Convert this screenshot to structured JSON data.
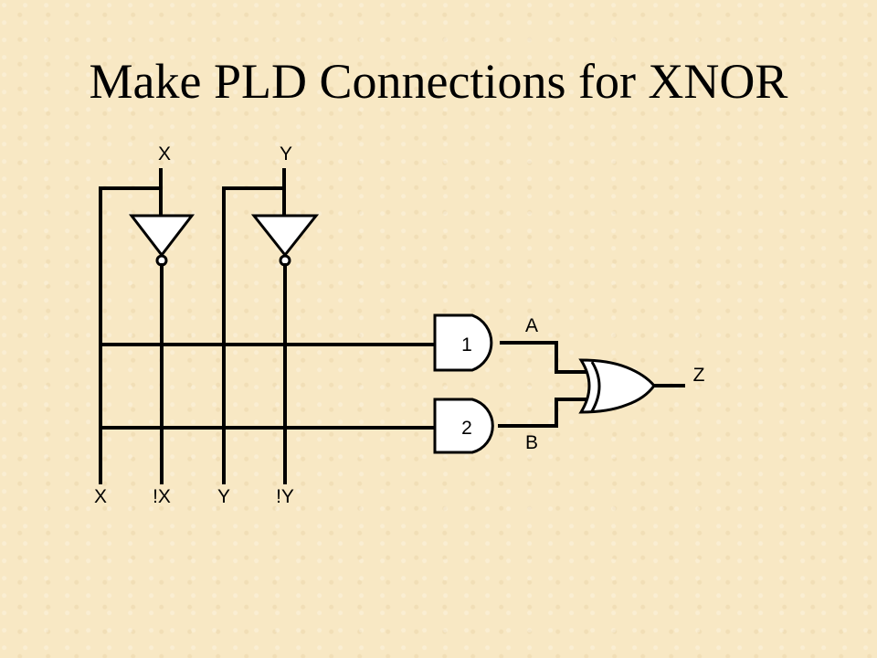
{
  "title": "Make PLD Connections for XNOR",
  "labels": {
    "top_x": "X",
    "top_y": "Y",
    "bottom_x": "X",
    "bottom_not_x": "!X",
    "bottom_y": "Y",
    "bottom_not_y": "!Y",
    "gate_1": "1",
    "gate_2": "2",
    "wire_a": "A",
    "wire_b": "B",
    "output_z": "Z"
  }
}
